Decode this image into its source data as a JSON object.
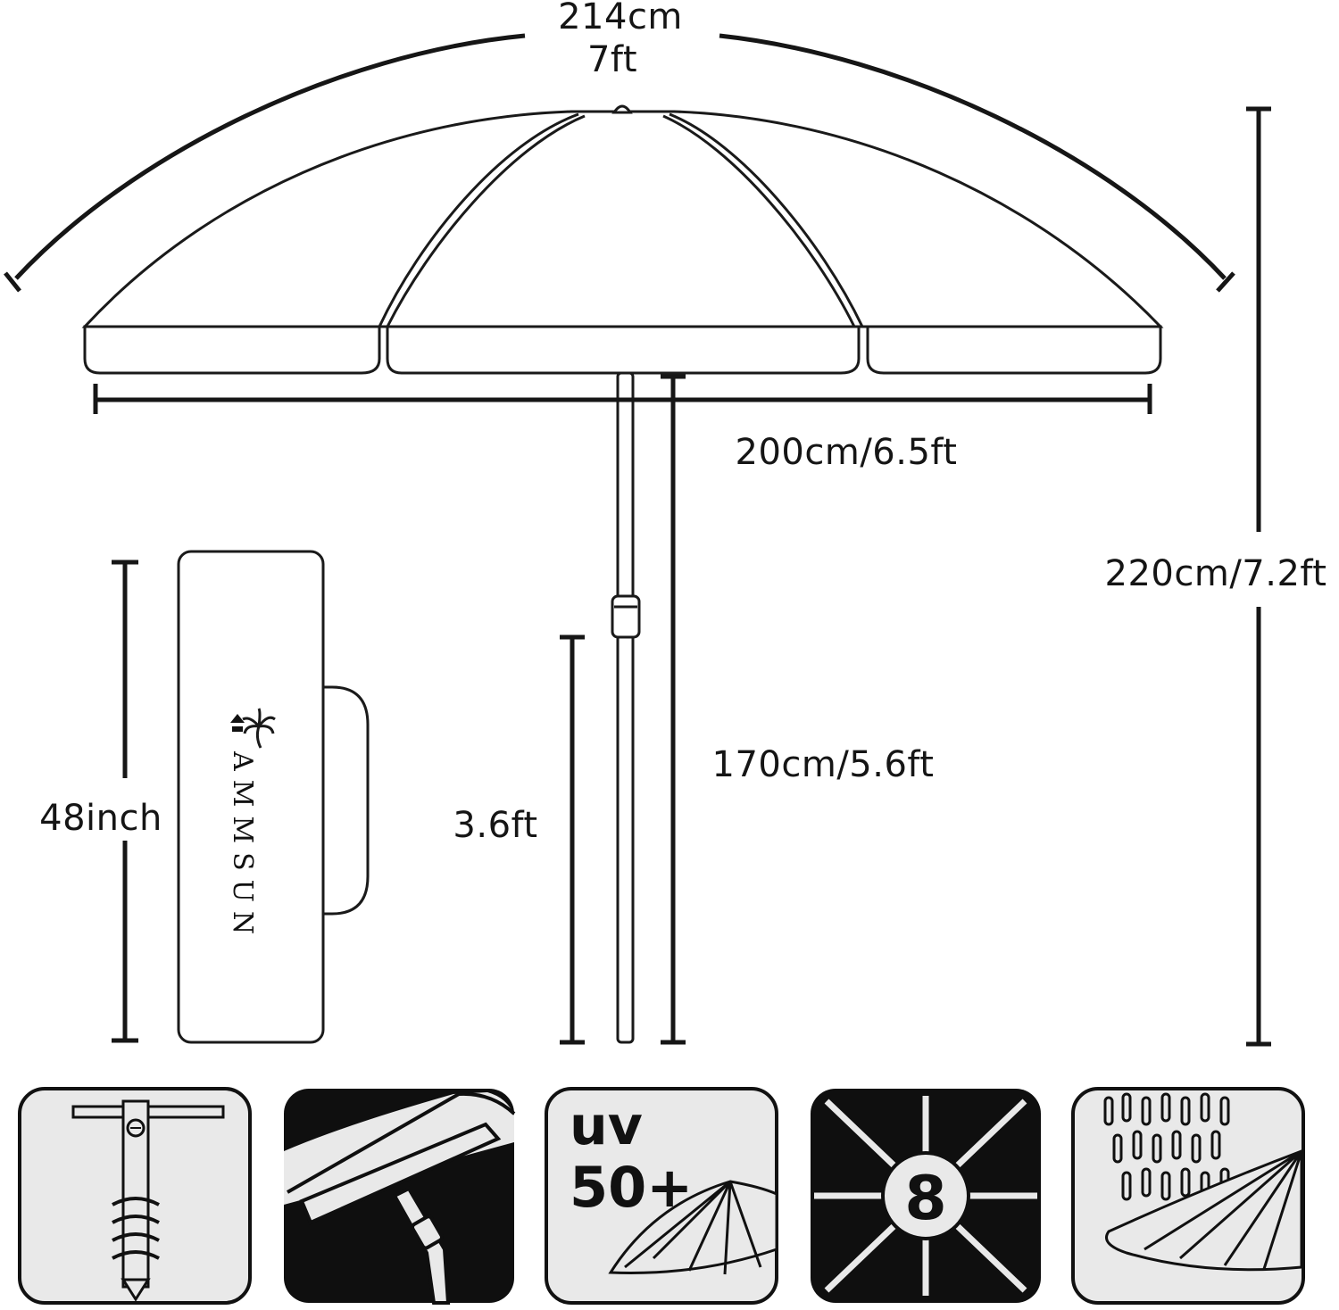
{
  "dimensions": {
    "arc_label_cm": "214cm",
    "arc_label_ft": "7ft",
    "canopy_width": "200cm/6.5ft",
    "total_height": "220cm/7.2ft",
    "pole_height": "170cm/5.6ft",
    "packed_height": "3.6ft",
    "bag_length": "48inch"
  },
  "brand": {
    "name": "AMMSUN",
    "logo_icon": "palm-tree-logo-icon"
  },
  "feature_icons": [
    {
      "name": "sand-anchor-icon"
    },
    {
      "name": "tilt-mechanism-icon"
    },
    {
      "name": "uv-protection-icon",
      "line1": "uv",
      "line2": "50+"
    },
    {
      "name": "eight-ribs-icon",
      "count": "8"
    },
    {
      "name": "water-resistant-icon"
    }
  ],
  "colors": {
    "line": "#1a1a1a",
    "icon_bg": "#e9e9e9",
    "icon_dark": "#0f0f0f"
  }
}
